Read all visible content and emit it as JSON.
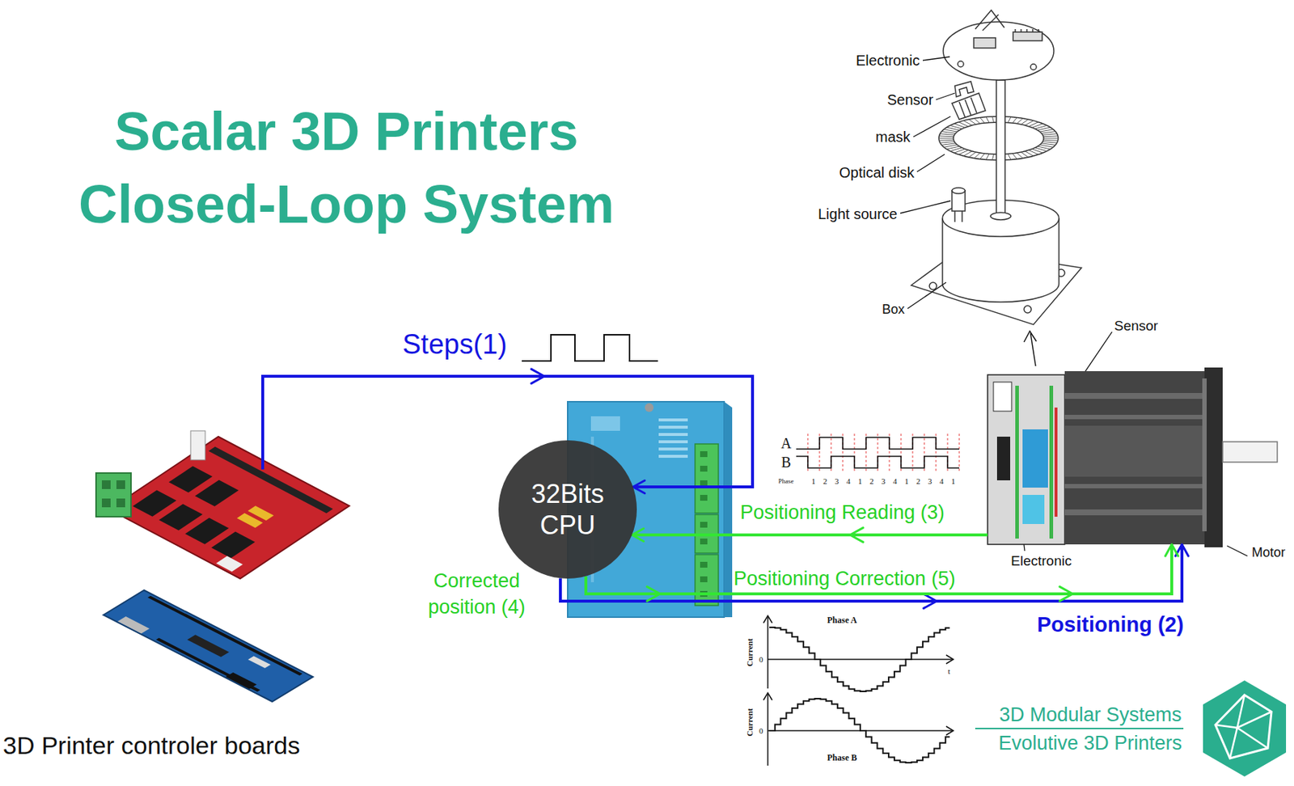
{
  "diagram": {
    "title": "Scalar 3D Printers Closed-Loop System",
    "nodes": [
      {
        "text": [
          "3D Printer controler boards"
        ]
      },
      {
        "text": [
          "32Bits CPU"
        ]
      },
      {
        "text": [
          "Motor"
        ]
      }
    ],
    "edges": [
      {
        "from": 0,
        "to": 1,
        "label": "Steps(1)",
        "arrow": "to"
      },
      {
        "from": 1,
        "to": 2,
        "label": "Positioning (2)",
        "arrow": "to"
      },
      {
        "from": 2,
        "to": 1,
        "label": "Positioning Reading (3)",
        "arrow": "to"
      },
      {
        "from": 1,
        "to": 2,
        "label": "Positioning Correction (5)",
        "arrow": "to"
      }
    ],
    "labels": [
      "Electronic",
      "Sensor",
      "mask",
      "Optical disk",
      "Light source",
      "Box",
      "Sensor",
      "Electronic",
      "A",
      "B",
      "Phase",
      "1",
      "2",
      "3",
      "4",
      "1",
      "2",
      "3",
      "4",
      "1",
      "2",
      "3",
      "4",
      "1",
      "Corrected position (4)",
      "Phase A",
      "0",
      "t",
      "Current",
      "Phase B",
      "0",
      "Current",
      "3D Modular Systems",
      "Evolutive 3D Printers"
    ]
  }
}
